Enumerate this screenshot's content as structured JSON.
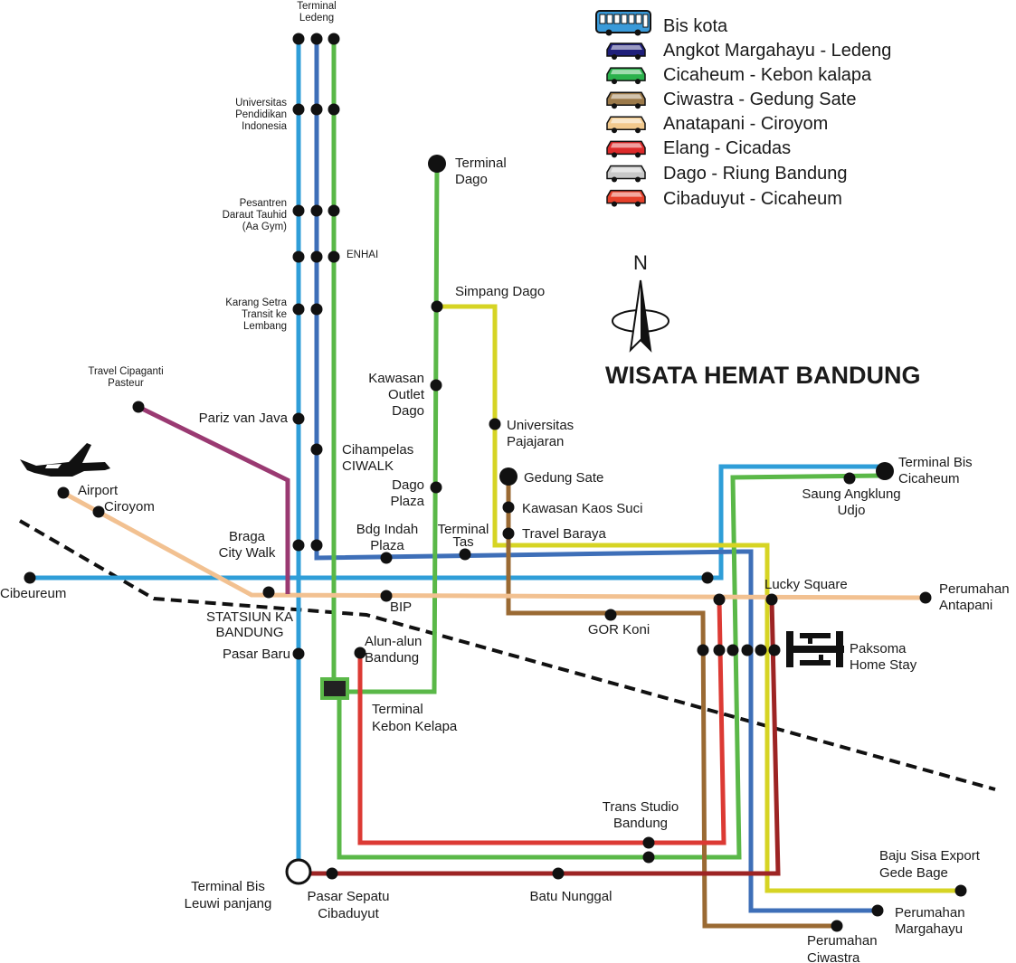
{
  "title": "WISATA HEMAT BANDUNG",
  "compass": {
    "label": "N"
  },
  "legend": [
    {
      "label": "Bis kota",
      "icon": "bus-icon",
      "color": "#3a9ad9"
    },
    {
      "label": "Angkot Margahayu - Ledeng",
      "icon": "angkot-icon",
      "color": "#1f1f7a"
    },
    {
      "label": "Cicaheum - Kebon kalapa",
      "icon": "angkot-icon",
      "color": "#2bb24c"
    },
    {
      "label": "Ciwastra - Gedung Sate",
      "icon": "angkot-icon",
      "color": "#9c7a4a"
    },
    {
      "label": "Anatapani - Ciroyom",
      "icon": "angkot-icon",
      "color": "#f2c98d"
    },
    {
      "label": "Elang - Cicadas",
      "icon": "angkot-icon",
      "color": "#dd2a2a"
    },
    {
      "label": "Dago - Riung Bandung",
      "icon": "angkot-icon",
      "color": "#c8c8c8"
    },
    {
      "label": "Cibaduyut - Cicaheum",
      "icon": "angkot-icon",
      "color": "#e6402a"
    }
  ],
  "route_colors": {
    "bus": "#2f9ed8",
    "ledeng": "#3e6fb8",
    "green": "#5ab848",
    "yellow": "#d6d424",
    "brown": "#9a6a33",
    "peach": "#f2c191",
    "red": "#dc3a34",
    "maroon": "#9d2424",
    "purple": "#9a3a72"
  },
  "stops": {
    "terminal_ledeng": "Terminal\nLedeng",
    "upi": "Universitas\nPendidikan\nIndonesia",
    "pesantren": "Pesantren\nDaraut Tauhid\n(Aa Gym)",
    "enhai": "ENHAI",
    "karang_setra": "Karang Setra\nTransit ke\nLembang",
    "travel_cipaganti": "Travel Cipaganti\nPasteur",
    "pariz": "Pariz van Java",
    "cihampelas": "Cihampelas\nCIWALK",
    "airport": "Airport",
    "ciroyom": "Ciroyom",
    "braga": "Braga\nCity Walk",
    "bdg_indah": "Bdg Indah\nPlaza",
    "terminal_tas": "Terminal\nTas",
    "cibeureum": "Cibeureum",
    "stasiun": "STATSIUN KA\nBANDUNG",
    "bip": "BIP",
    "pasar_baru": "Pasar Baru",
    "alun_alun": "Alun-alun\nBandung",
    "terminal_kebon_kelapa": "Terminal\nKebon Kelapa",
    "terminal_dago": "Terminal\nDago",
    "simpang_dago": "Simpang Dago",
    "outlet_dago": "Kawasan\nOutlet\nDago",
    "dago_plaza": "Dago\nPlaza",
    "unpad": "Universitas\nPajajaran",
    "gedung_sate": "Gedung Sate",
    "kaos_suci": "Kawasan Kaos Suci",
    "travel_baraya": "Travel Baraya",
    "gor_koni": "GOR Koni",
    "terminal_cicaheum": "Terminal Bis\nCicaheum",
    "saung": "Saung Angklung\nUdjo",
    "lucky_square": "Lucky Square",
    "antapani": "Perumahan\nAntapani",
    "paksoma": "Paksoma\nHome Stay",
    "trans_studio": "Trans Studio\nBandung",
    "leuwi_panjang": "Terminal Bis\nLeuwi panjang",
    "pasar_sepatu": "Pasar Sepatu\nCibaduyut",
    "batu_nunggal": "Batu Nunggal",
    "gede_bage": "Baju Sisa Export\nGede Bage",
    "margahayu": "Perumahan\nMargahayu",
    "ciwastra": "Perumahan\nCiwastra"
  }
}
